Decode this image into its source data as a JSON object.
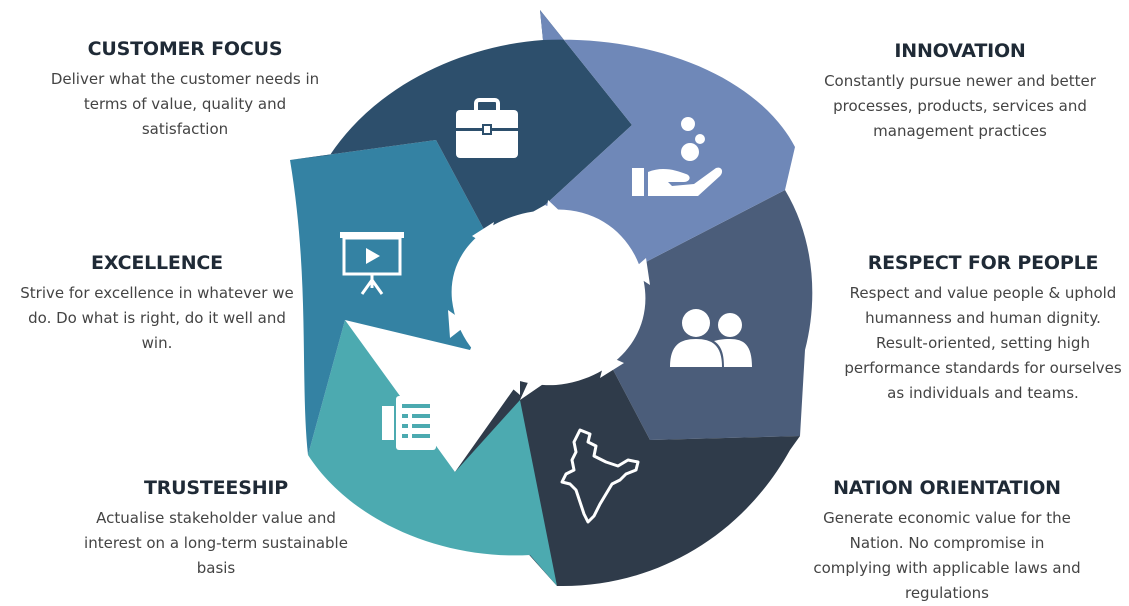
{
  "colors": {
    "customer_focus": "#2d4f6c",
    "innovation": "#6f88b8",
    "respect": "#4b5d7a",
    "nation": "#2f3b4a",
    "trusteeship": "#4caab0",
    "excellence": "#3482a3",
    "icon": "#ffffff"
  },
  "values": [
    {
      "key": "customer_focus",
      "title": "CUSTOMER FOCUS",
      "lines": [
        "Deliver what the customer needs in",
        "terms of value, quality and",
        "satisfaction"
      ],
      "icon": "briefcase-icon"
    },
    {
      "key": "innovation",
      "title": "INNOVATION",
      "lines": [
        "Constantly pursue newer and better",
        "processes, products, services and",
        "management practices"
      ],
      "icon": "hand-bubbles-icon"
    },
    {
      "key": "respect",
      "title": "RESPECT FOR PEOPLE",
      "lines": [
        "Respect and value people & uphold",
        "humanness and human dignity.",
        "Result-oriented, setting high",
        "performance standards for ourselves",
        "as individuals and teams."
      ],
      "icon": "people-icon"
    },
    {
      "key": "nation",
      "title": "NATION ORIENTATION",
      "lines": [
        "Generate economic value for the",
        "Nation. No compromise in",
        "complying with applicable laws and",
        "regulations"
      ],
      "icon": "india-map-icon"
    },
    {
      "key": "trusteeship",
      "title": "TRUSTEESHIP",
      "lines": [
        "Actualise stakeholder value and",
        "interest on a long-term sustainable",
        "basis"
      ],
      "icon": "document-icon"
    },
    {
      "key": "excellence",
      "title": "EXCELLENCE",
      "lines": [
        "Strive for excellence in whatever we",
        "do. Do what is right, do it well and",
        "win."
      ],
      "icon": "presentation-board-icon"
    }
  ]
}
